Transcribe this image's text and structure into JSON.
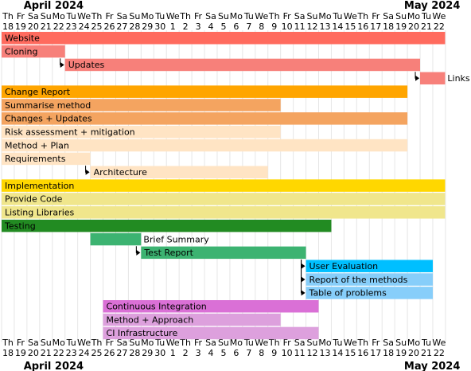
{
  "chart_data": {
    "type": "gantt",
    "start_date": "2024-04-18",
    "end_date": "2024-05-22",
    "months": [
      {
        "label": "April 2024",
        "date": "2024-04-23"
      },
      {
        "label": "May 2024",
        "date": "2024-05-23"
      }
    ],
    "days": [
      {
        "dow": "Th",
        "num": "18"
      },
      {
        "dow": "Fr",
        "num": "19"
      },
      {
        "dow": "Sa",
        "num": "20"
      },
      {
        "dow": "Su",
        "num": "21"
      },
      {
        "dow": "Mo",
        "num": "22"
      },
      {
        "dow": "Tu",
        "num": "23"
      },
      {
        "dow": "We",
        "num": "24"
      },
      {
        "dow": "Th",
        "num": "25"
      },
      {
        "dow": "Fr",
        "num": "26"
      },
      {
        "dow": "Sa",
        "num": "27"
      },
      {
        "dow": "Su",
        "num": "28"
      },
      {
        "dow": "Mo",
        "num": "29"
      },
      {
        "dow": "Tu",
        "num": "30"
      },
      {
        "dow": "We",
        "num": "1"
      },
      {
        "dow": "Th",
        "num": "2"
      },
      {
        "dow": "Fr",
        "num": "3"
      },
      {
        "dow": "Sa",
        "num": "4"
      },
      {
        "dow": "Su",
        "num": "5"
      },
      {
        "dow": "Mo",
        "num": "6"
      },
      {
        "dow": "Tu",
        "num": "7"
      },
      {
        "dow": "We",
        "num": "8"
      },
      {
        "dow": "Th",
        "num": "9"
      },
      {
        "dow": "Fr",
        "num": "10"
      },
      {
        "dow": "Sa",
        "num": "11"
      },
      {
        "dow": "Su",
        "num": "12"
      },
      {
        "dow": "Mo",
        "num": "13"
      },
      {
        "dow": "Tu",
        "num": "14"
      },
      {
        "dow": "We",
        "num": "15"
      },
      {
        "dow": "Th",
        "num": "16"
      },
      {
        "dow": "Fr",
        "num": "17"
      },
      {
        "dow": "Sa",
        "num": "18"
      },
      {
        "dow": "Su",
        "num": "19"
      },
      {
        "dow": "Mo",
        "num": "20"
      },
      {
        "dow": "Tu",
        "num": "21"
      },
      {
        "dow": "We",
        "num": "22"
      }
    ],
    "tasks": [
      {
        "name": "Website",
        "start": "2024-04-18",
        "end": "2024-05-22",
        "color": "#ff6b5e"
      },
      {
        "name": "Cloning",
        "start": "2024-04-18",
        "end": "2024-04-22",
        "color": "#f7807a"
      },
      {
        "name": "Updates",
        "start": "2024-04-23",
        "end": "2024-05-20",
        "color": "#f7807a",
        "after": "Cloning"
      },
      {
        "name": "Links",
        "start": "2024-05-21",
        "end": "2024-05-22",
        "color": "#f7807a",
        "after": "Updates",
        "label_outside": true
      },
      {
        "name": "Change Report",
        "start": "2024-04-18",
        "end": "2024-05-19",
        "color": "#ffa500"
      },
      {
        "name": "Summarise method",
        "start": "2024-04-18",
        "end": "2024-05-09",
        "color": "#f4a460"
      },
      {
        "name": "Changes + Updates",
        "start": "2024-04-18",
        "end": "2024-05-19",
        "color": "#f4a460"
      },
      {
        "name": "Risk assessment + mitigation",
        "start": "2024-04-18",
        "end": "2024-05-09",
        "color": "#ffe4c4"
      },
      {
        "name": "Method + Plan",
        "start": "2024-04-18",
        "end": "2024-05-19",
        "color": "#ffe4c4"
      },
      {
        "name": "Requirements",
        "start": "2024-04-18",
        "end": "2024-04-24",
        "color": "#ffe4c4"
      },
      {
        "name": "Architecture",
        "start": "2024-04-25",
        "end": "2024-05-08",
        "color": "#ffe4c4",
        "after": "Requirements"
      },
      {
        "name": "Implementation",
        "start": "2024-04-18",
        "end": "2024-05-22",
        "color": "#ffd700"
      },
      {
        "name": "Provide Code",
        "start": "2024-04-18",
        "end": "2024-05-22",
        "color": "#f0e68c"
      },
      {
        "name": "Listing Libraries",
        "start": "2024-04-18",
        "end": "2024-05-22",
        "color": "#f0e68c"
      },
      {
        "name": "Testing",
        "start": "2024-04-18",
        "end": "2024-05-13",
        "color": "#228b22"
      },
      {
        "name": "Brief Summary",
        "start": "2024-04-25",
        "end": "2024-04-28",
        "color": "#3cb371",
        "label_outside": true
      },
      {
        "name": "Test Report",
        "start": "2024-04-29",
        "end": "2024-05-11",
        "color": "#3cb371",
        "after": "Brief Summary"
      },
      {
        "name": "User Evaluation",
        "start": "2024-05-12",
        "end": "2024-05-21",
        "color": "#00bfff",
        "after": "Test Report"
      },
      {
        "name": "Report of the methods",
        "start": "2024-05-12",
        "end": "2024-05-21",
        "color": "#87cefa",
        "after": "Test Report"
      },
      {
        "name": "Table of problems",
        "start": "2024-05-12",
        "end": "2024-05-21",
        "color": "#87cefa",
        "after": "Test Report"
      },
      {
        "name": "Continuous Integration",
        "start": "2024-04-26",
        "end": "2024-05-12",
        "color": "#da70d6"
      },
      {
        "name": "Method + Approach",
        "start": "2024-04-26",
        "end": "2024-05-09",
        "color": "#dda0dd"
      },
      {
        "name": "CI Infrastructure",
        "start": "2024-04-26",
        "end": "2024-05-12",
        "color": "#dda0dd"
      }
    ]
  }
}
